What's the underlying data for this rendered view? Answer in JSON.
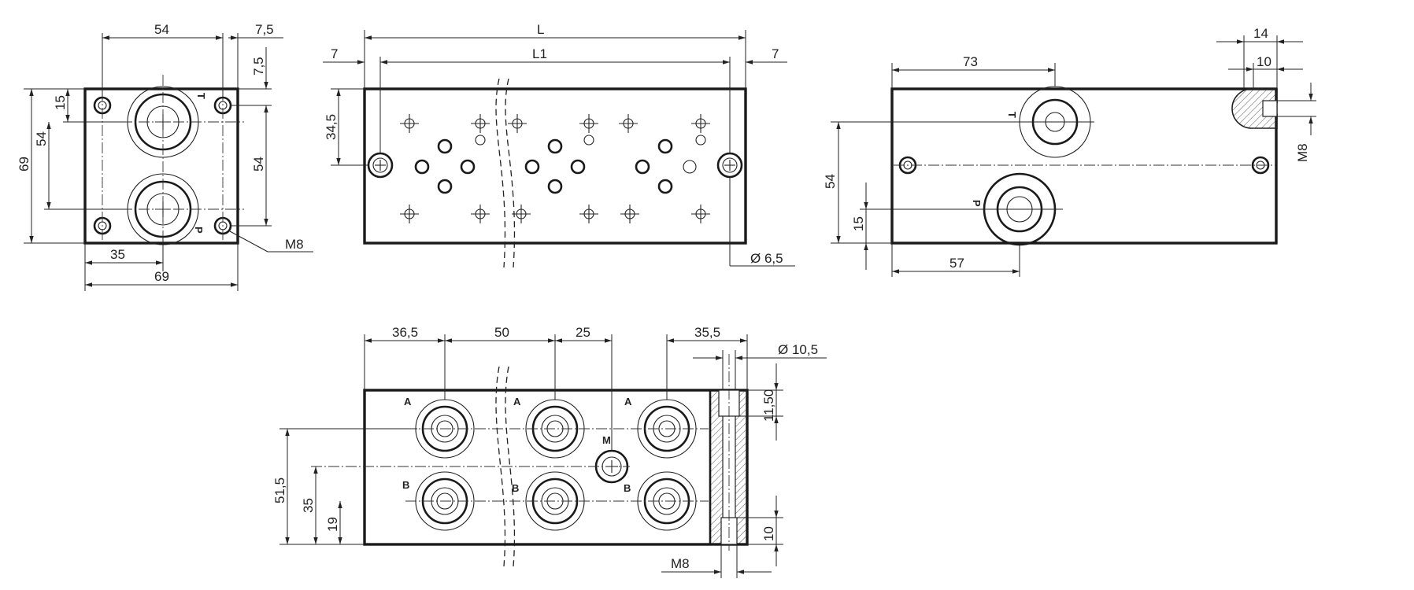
{
  "views": {
    "end_view": {
      "dims": {
        "top_width": "54",
        "top_right_offset": "7,5",
        "right_upper_offset": "7,5",
        "right_height": "54",
        "left_port_offset": "15",
        "left_port_spacing": "54",
        "left_total_height": "69",
        "bottom_port_offset": "35",
        "bottom_total_width": "69",
        "thread": "M8"
      },
      "labels": {
        "port_t": "T",
        "port_p": "P"
      }
    },
    "top_view": {
      "dims": {
        "overall_length": "L",
        "hole_spacing": "L1",
        "left_end": "7",
        "right_end": "7",
        "hole_height": "34,5",
        "hole_diameter": "Ø 6,5"
      }
    },
    "side_view": {
      "dims": {
        "t_port_pos": "73",
        "counterbore_outer": "14",
        "counterbore_inner": "10",
        "thread": "M8",
        "height": "54",
        "p_port_height": "15",
        "p_port_pos": "57"
      },
      "labels": {
        "port_t": "T",
        "port_p": "P"
      }
    },
    "front_view": {
      "dims": {
        "first_station": "36,5",
        "station_pitch": "50",
        "gauge_offset": "25",
        "end_offset": "35,5",
        "through_hole": "Ø 10,5",
        "counterbore_depth": "11,50",
        "a_port_height": "51,5",
        "gauge_height": "35",
        "b_port_height": "19",
        "thread_depth": "10",
        "thread": "M8"
      },
      "labels": {
        "port_a": "A",
        "port_b": "B",
        "port_m": "M"
      }
    }
  }
}
